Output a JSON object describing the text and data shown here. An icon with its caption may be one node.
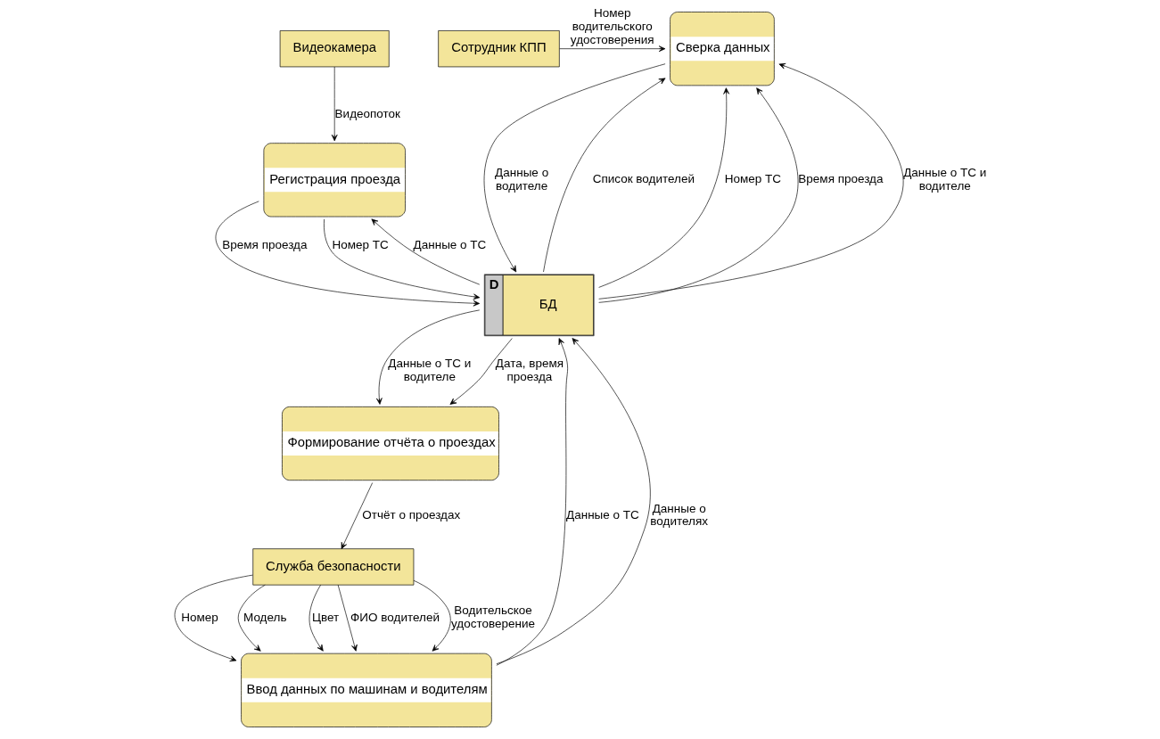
{
  "diagram": {
    "nodes": [
      {
        "text": [
          "Видеокамера"
        ]
      },
      {
        "text": [
          "Сотрудник КПП"
        ]
      },
      {
        "text": [
          "Сверка данных"
        ]
      },
      {
        "text": [
          "Регистрация проезда"
        ]
      },
      {
        "text": [
          "D",
          "БД"
        ]
      },
      {
        "text": [
          "Формирование отчёта о проездах"
        ]
      },
      {
        "text": [
          "Ввод данных по машинам и водителям"
        ]
      },
      {
        "text": [
          "Служба безопасности"
        ]
      }
    ],
    "edges": [
      {
        "from": 0,
        "to": 3,
        "arrow": "to",
        "label": "Видеопоток"
      },
      {
        "from": 1,
        "to": 2,
        "arrow": "to",
        "label": "Номер водительского удостоверения"
      },
      {
        "from": 2,
        "to": 4,
        "arrow": "to",
        "label": "Данные о водителе"
      },
      {
        "from": 3,
        "to": 4,
        "arrow": "to",
        "label": "Время проезда"
      },
      {
        "from": 3,
        "to": 4,
        "arrow": "to",
        "label": "Номер ТС"
      },
      {
        "from": 4,
        "to": 2,
        "arrow": "to",
        "label": "Список водителей"
      },
      {
        "from": 4,
        "to": 2,
        "arrow": "to",
        "label": "Номер ТС"
      },
      {
        "from": 4,
        "to": 2,
        "arrow": "to",
        "label": "Время проезда"
      },
      {
        "from": 4,
        "to": 2,
        "arrow": "to",
        "label": "Данные о ТС и водителе"
      },
      {
        "from": 4,
        "to": 3,
        "arrow": "to",
        "label": "Данные о ТС"
      },
      {
        "from": 4,
        "to": 5,
        "arrow": "to",
        "label": "Данные о ТС и водителе"
      },
      {
        "from": 4,
        "to": 5,
        "arrow": "to",
        "label": "Дата, время проезда"
      },
      {
        "from": 5,
        "to": 7,
        "arrow": "to",
        "label": "Отчёт о проездах"
      },
      {
        "from": 6,
        "to": 4,
        "arrow": "to",
        "label": "Данные о ТС"
      },
      {
        "from": 6,
        "to": 4,
        "arrow": "to",
        "label": "Данные о водителях"
      },
      {
        "from": 7,
        "to": 6,
        "arrow": "to",
        "label": "Номер"
      },
      {
        "from": 7,
        "to": 6,
        "arrow": "to",
        "label": "Модель"
      },
      {
        "from": 7,
        "to": 6,
        "arrow": "to",
        "label": "Цвет"
      },
      {
        "from": 7,
        "to": 6,
        "arrow": "to",
        "label": "ФИО водителей"
      },
      {
        "from": 7,
        "to": 6,
        "arrow": "to",
        "label": "Водительское удостоверение"
      }
    ]
  }
}
